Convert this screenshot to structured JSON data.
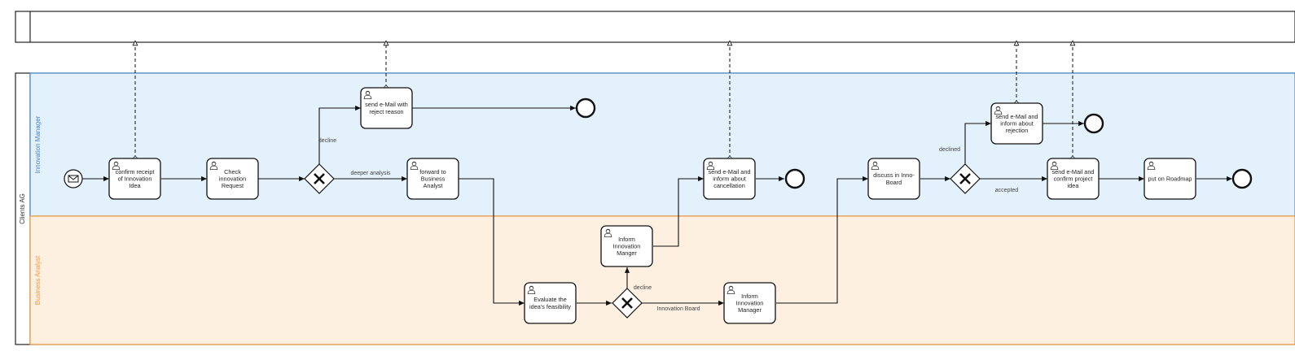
{
  "pool": {
    "name": "Clients AG"
  },
  "lanes": {
    "innovation_manager": {
      "name": "Innovation Manager",
      "color": "#4a86c8",
      "fill": "#e3f1fd"
    },
    "business_analyst": {
      "name": "Business Analyst",
      "color": "#f0973c",
      "fill": "#fdf0e1"
    }
  },
  "tasks": {
    "confirm_receipt": [
      "confirm receipt",
      "of Innovation",
      "Idea"
    ],
    "check_request": [
      "Check",
      "innovation",
      "Request"
    ],
    "send_reject": [
      "send e-Mail with",
      "reject reason"
    ],
    "forward_ba": [
      "forward to",
      "Business",
      "Analyst"
    ],
    "evaluate": [
      "Evaluate the",
      "idea's feasibility"
    ],
    "inform_im_1": [
      "Inform",
      "Innovation",
      "Manger"
    ],
    "inform_im_2": [
      "Inform",
      "Innovation",
      "Manager"
    ],
    "inform_cancel": [
      "send e-Mail and",
      "inform about",
      "cancellation"
    ],
    "discuss": [
      "discuss in Inno-",
      "Board"
    ],
    "inform_rejection": [
      "send e-Mail and",
      "inform about",
      "rejection"
    ],
    "confirm_project": [
      "send e-Mail and",
      "confirm project",
      "idea"
    ],
    "roadmap": [
      "put on Roadmap"
    ]
  },
  "flow_labels": {
    "decline_1": "decline",
    "deeper_analysis": "deeper analysis",
    "decline_2": "decline",
    "innovation_board": "Innovation Board",
    "declined": "declined",
    "accepted": "accepted"
  }
}
